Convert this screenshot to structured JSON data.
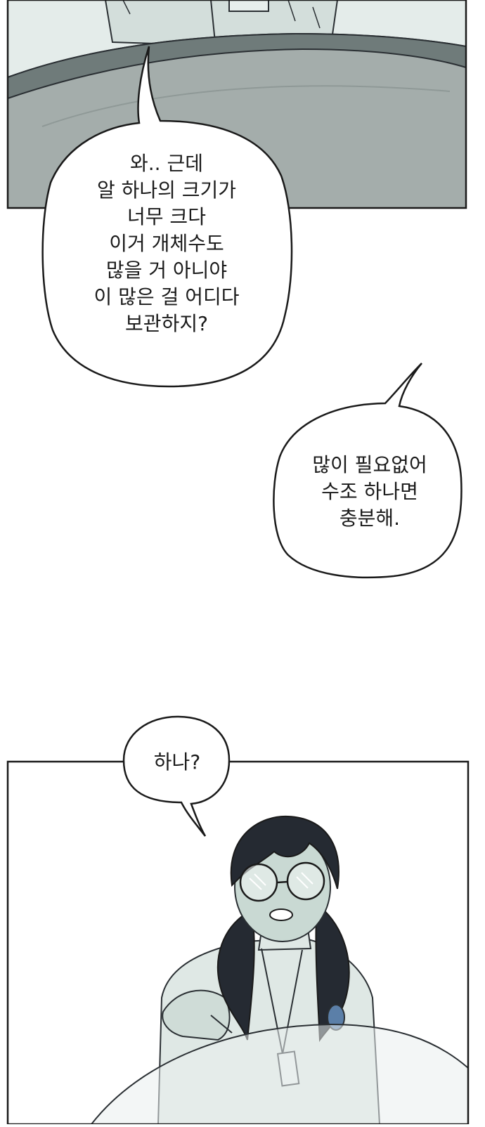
{
  "panels": [
    {
      "name": "top-panel",
      "colors": {
        "floor": "#a4adab",
        "rim": "#6f7b7a",
        "wall": "#e4ecea"
      }
    },
    {
      "name": "bottom-panel",
      "colors": {
        "coat": "#dfe8e5",
        "skin": "#c9d9d3",
        "hair": "#252a32",
        "tank": "#e9efee"
      }
    }
  ],
  "bubbles": [
    {
      "text": "와.. 근데\n알 하나의 크기가\n너무 크다\n이거 개체수도\n많을 거 아니야\n이 많은 걸 어디다\n보관하지?"
    },
    {
      "text": "많이 필요없어\n수조 하나면\n충분해."
    },
    {
      "text": "하나?"
    }
  ]
}
